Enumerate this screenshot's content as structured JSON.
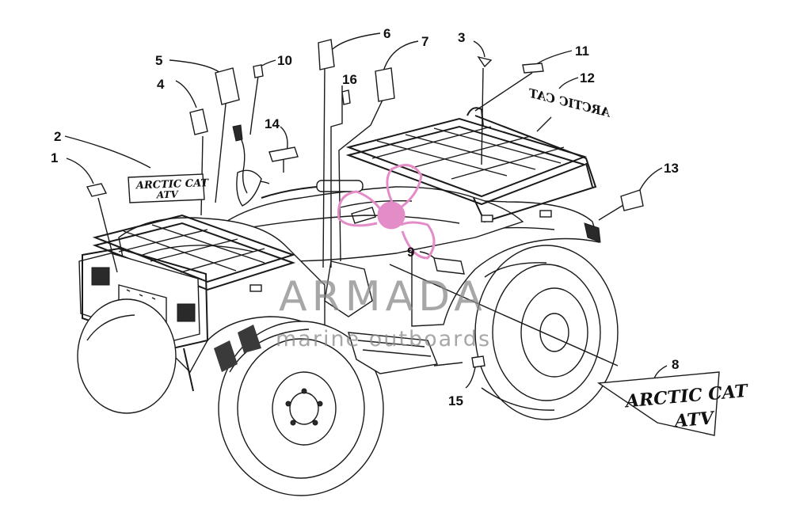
{
  "diagram": {
    "callouts": [
      {
        "id": "c1",
        "label": "1"
      },
      {
        "id": "c2",
        "label": "2"
      },
      {
        "id": "c3",
        "label": "3"
      },
      {
        "id": "c4",
        "label": "4"
      },
      {
        "id": "c5",
        "label": "5"
      },
      {
        "id": "c6",
        "label": "6"
      },
      {
        "id": "c7",
        "label": "7"
      },
      {
        "id": "c8",
        "label": "8"
      },
      {
        "id": "c9",
        "label": "9"
      },
      {
        "id": "c10",
        "label": "10"
      },
      {
        "id": "c11",
        "label": "11"
      },
      {
        "id": "c12",
        "label": "12"
      },
      {
        "id": "c13",
        "label": "13"
      },
      {
        "id": "c14",
        "label": "14"
      },
      {
        "id": "c15",
        "label": "15"
      },
      {
        "id": "c16",
        "label": "16"
      }
    ],
    "decals": {
      "front_logo_line1": "ARCTIC CAT",
      "front_logo_line2": "ATV",
      "side_logo_line1": "ARCTIC CAT",
      "side_logo_line2": "ATV",
      "rear_logo": "ARCTIC CAT"
    }
  },
  "watermark": {
    "title": "ARMADA",
    "subtitle": "marine outboards",
    "logo_color": "#e48cc8"
  }
}
